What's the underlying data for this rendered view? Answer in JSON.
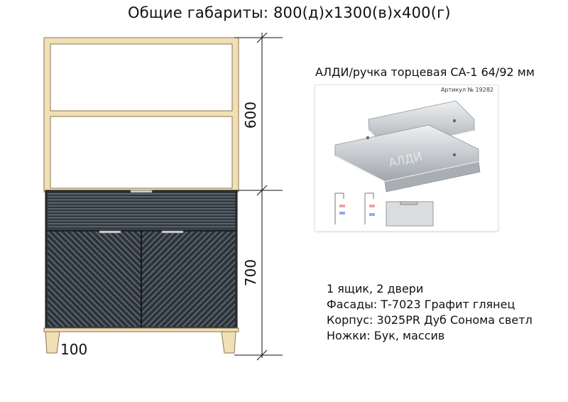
{
  "title": "Общие габариты: 800(д)x1300(в)x400(г)",
  "dimensions": {
    "top_section": "600",
    "bottom_section": "700",
    "legs": "100"
  },
  "handle": {
    "title": "АЛДИ/ручка торцевая СА-1 64/92 мм",
    "article": "Артикул № 19282",
    "watermark": "АЛДИ"
  },
  "specs": {
    "line1": "1 ящик, 2 двери",
    "line2": "Фасады: Т-7023 Графит глянец",
    "line3": "Корпус: 3025PR Дуб Сонома светл",
    "line4": "Ножки: Бук, массив"
  },
  "colors": {
    "oak": "#f1dfb6",
    "oak_edge": "#8a7550",
    "graphite": "#2b3238",
    "graphite_line": "#5a646d",
    "aluminium": "#cfd3d6"
  }
}
